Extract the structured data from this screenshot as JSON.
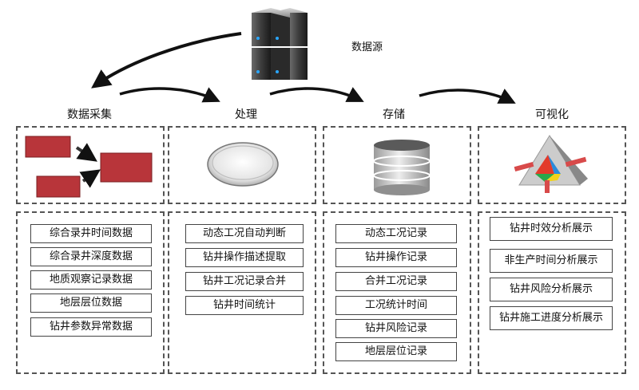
{
  "source": {
    "label": "数据源",
    "icon": "server-rack-icon"
  },
  "stages": [
    {
      "title": "数据采集",
      "icon": "data-collection-icon",
      "items": [
        "综合录井时间数据",
        "综合录井深度数据",
        "地质观察记录数据",
        "地层层位数据",
        "钻井参数异常数据"
      ]
    },
    {
      "title": "处理",
      "icon": "processing-disc-icon",
      "items": [
        "动态工况自动判断",
        "钻井操作描述提取",
        "钻井工况记录合并",
        "钻井时间统计"
      ]
    },
    {
      "title": "存储",
      "icon": "database-cylinder-icon",
      "items": [
        "动态工况记录",
        "钻井操作记录",
        "合并工况记录",
        "工况统计时间",
        "钻井风险记录",
        "地层层位记录"
      ]
    },
    {
      "title": "可视化",
      "icon": "visualization-pyramid-icon",
      "items": [
        "钻井时效分析展示",
        "非生产时间分析展示",
        "钻井风险分析展示",
        "钻井施工进度分析展示"
      ]
    }
  ],
  "colors": {
    "dash": "#555555",
    "arrow": "#111111",
    "red_block": "#b8353a"
  }
}
